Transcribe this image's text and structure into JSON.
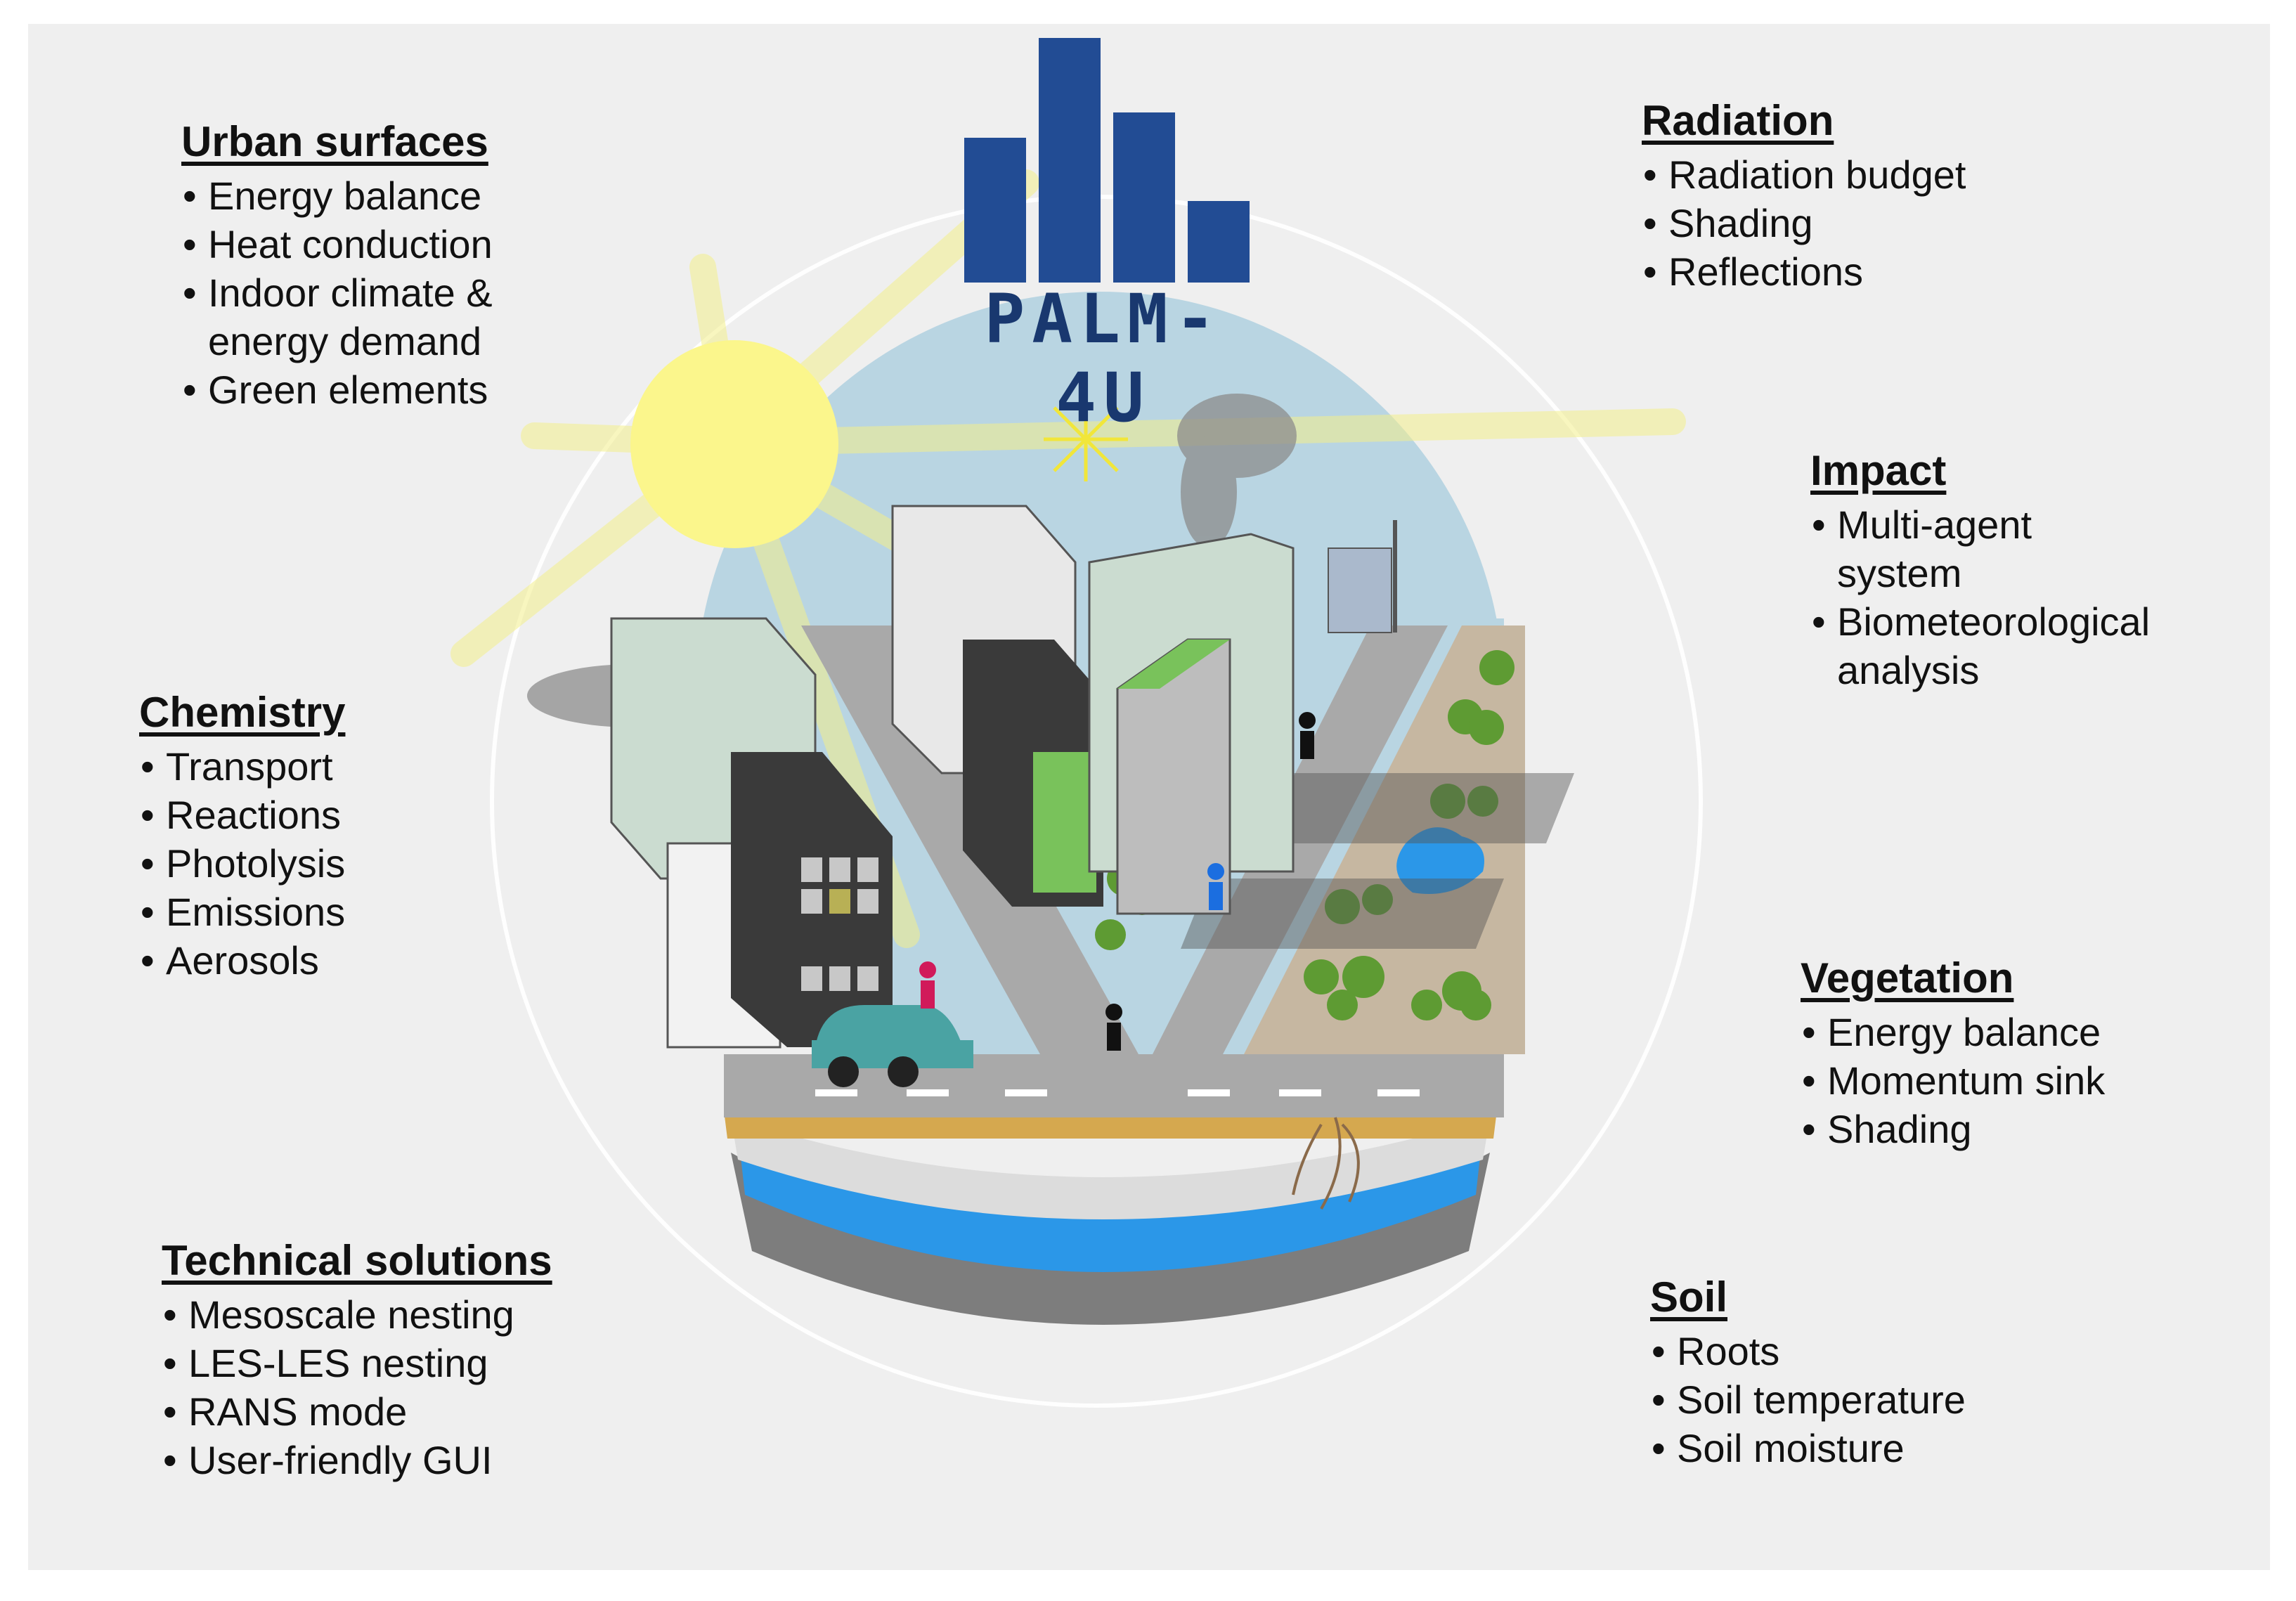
{
  "logo": {
    "text": "PALM-4U"
  },
  "sections": {
    "urban_surfaces": {
      "title": "Urban surfaces",
      "items": [
        "Energy balance",
        "Heat conduction",
        "Indoor climate &\nenergy demand",
        "Green elements"
      ]
    },
    "radiation": {
      "title": "Radiation",
      "items": [
        "Radiation budget",
        "Shading",
        "Reflections"
      ]
    },
    "impact": {
      "title": "Impact",
      "items": [
        "Multi-agent\nsystem",
        "Biometeorological\nanalysis"
      ]
    },
    "chemistry": {
      "title": "Chemistry",
      "items": [
        "Transport",
        "Reactions",
        "Photolysis",
        "Emissions",
        "Aerosols"
      ]
    },
    "vegetation": {
      "title": "Vegetation",
      "items": [
        "Energy balance",
        "Momentum sink",
        "Shading"
      ]
    },
    "technical": {
      "title": "Technical solutions",
      "items": [
        "Mesoscale nesting",
        "LES-LES nesting",
        "RANS mode",
        "User-friendly GUI"
      ]
    },
    "soil": {
      "title": "Soil",
      "items": [
        "Roots",
        "Soil temperature",
        "Soil moisture"
      ]
    }
  },
  "colors": {
    "panel": "#efefef",
    "sky": "#b9d5e2",
    "sun": "#fbf68c",
    "road": "#a9a9a9",
    "water": "#2b97e8",
    "sand": "#d5a84f",
    "logo": "#19386f"
  }
}
